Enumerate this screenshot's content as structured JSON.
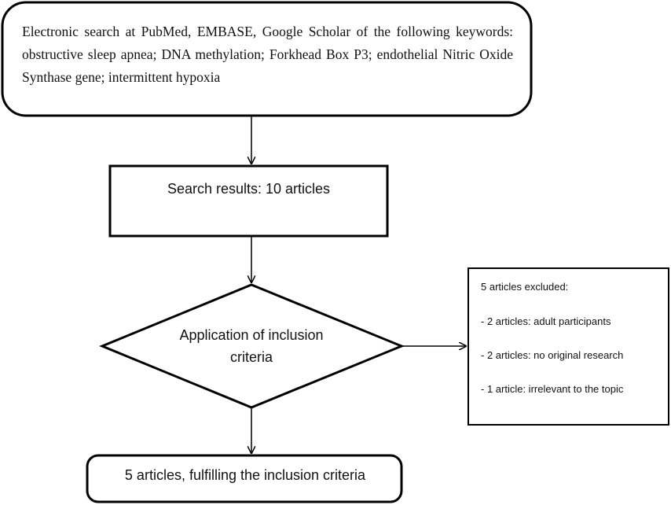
{
  "flowchart": {
    "search_box": "Electronic search at PubMed, EMBASE, Google Scholar of the following keywords: obstructive sleep apnea; DNA methylation; Forkhead Box P3; endothelial Nitric Oxide Synthase gene; intermittent hypoxia",
    "results_box": "Search results: 10 articles",
    "criteria_diamond": "Application of inclusion criteria",
    "final_box": "5 articles, fulfilling the inclusion criteria",
    "exclusion_box": {
      "heading": "5 articles excluded:",
      "items": [
        "- 2 articles: adult participants",
        "- 2 articles: no original research",
        "- 1 article: irrelevant to the topic"
      ]
    }
  },
  "colors": {
    "stroke": "#000000",
    "fill": "#ffffff",
    "text": "#111111"
  }
}
